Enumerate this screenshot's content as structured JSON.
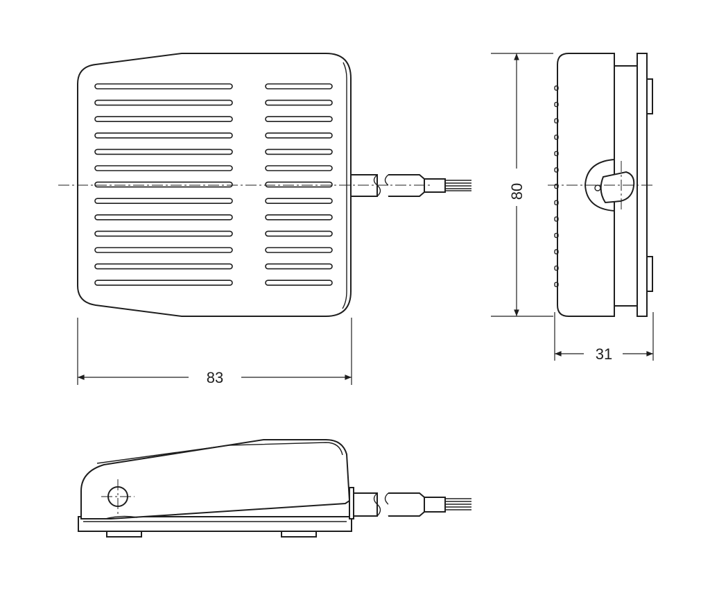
{
  "dimensions": {
    "width": "83",
    "height": "80",
    "depth": "31"
  },
  "top_view": {
    "left_slot_rows": 13,
    "right_slot_rows": 13
  }
}
